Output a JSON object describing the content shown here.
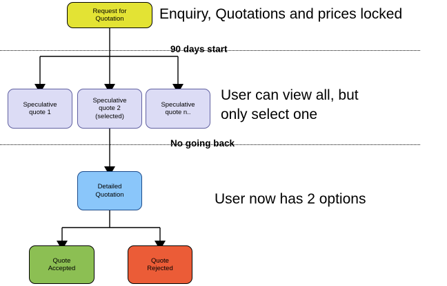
{
  "diagram": {
    "title_nodes": {
      "rfq": "Request for\nQuotation",
      "spec_1": "Speculative\nquote 1",
      "spec_2": "Speculative\nquote 2\n(selected)",
      "spec_3": "Speculative\nquote n..",
      "detailed": "Detailed\nQuotation",
      "accepted": "Quote\nAccepted",
      "rejected": "Quote\nRejected"
    },
    "side_notes": {
      "note_1": "Enquiry, Quotations and prices locked",
      "note_2": "User can view all, but\nonly select one",
      "note_3": "User now has 2 options"
    },
    "dividers": {
      "label_1": "90 days start",
      "label_2": "No going back"
    },
    "colors": {
      "rfq_fill": "#e3e334",
      "speculative_fill": "#dcdcf5",
      "detailed_fill": "#8ac6fa",
      "accepted_fill": "#8cbf53",
      "rejected_fill": "#eb5c37",
      "stroke": "#000000",
      "speculative_stroke": "#5f5fa0",
      "detailed_stroke": "#1a4a8a",
      "background": "#ffffff"
    }
  }
}
